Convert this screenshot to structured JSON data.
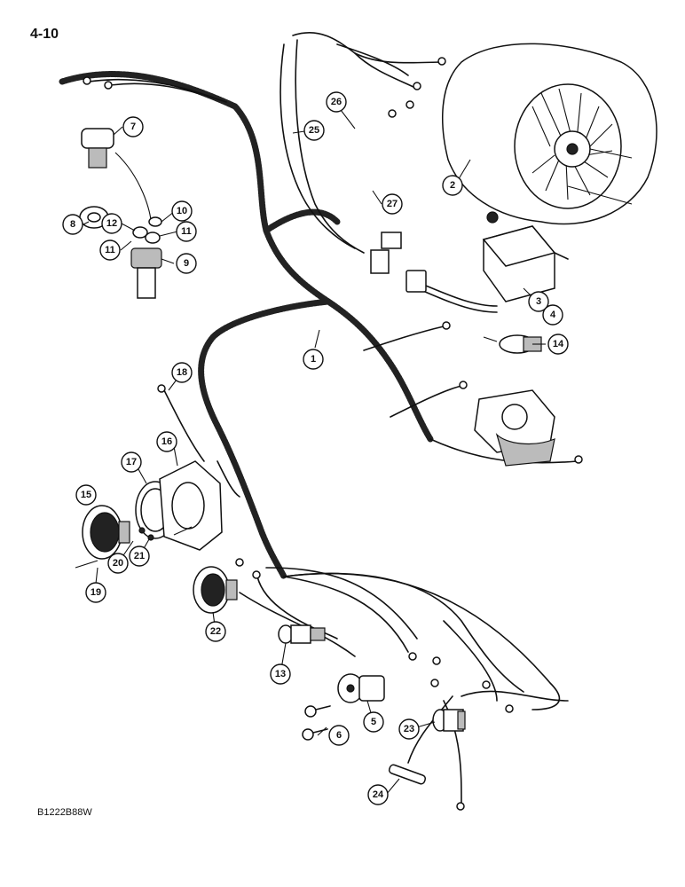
{
  "page": {
    "number": "4-10",
    "figure_code": "B1222B88W"
  },
  "callouts": [
    {
      "label": "1"
    },
    {
      "label": "2"
    },
    {
      "label": "3"
    },
    {
      "label": "4"
    },
    {
      "label": "5"
    },
    {
      "label": "6"
    },
    {
      "label": "7"
    },
    {
      "label": "8"
    },
    {
      "label": "9"
    },
    {
      "label": "10"
    },
    {
      "label": "11"
    },
    {
      "label": "11"
    },
    {
      "label": "12"
    },
    {
      "label": "13"
    },
    {
      "label": "14"
    },
    {
      "label": "15"
    },
    {
      "label": "16"
    },
    {
      "label": "17"
    },
    {
      "label": "18"
    },
    {
      "label": "19"
    },
    {
      "label": "20"
    },
    {
      "label": "21"
    },
    {
      "label": "22"
    },
    {
      "label": "23"
    },
    {
      "label": "24"
    },
    {
      "label": "25"
    },
    {
      "label": "26"
    },
    {
      "label": "27"
    }
  ]
}
